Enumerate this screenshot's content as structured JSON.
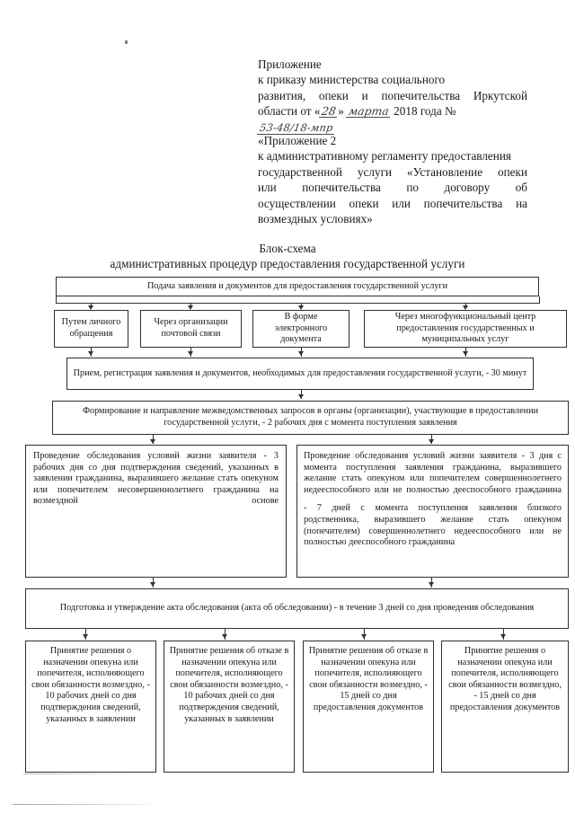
{
  "document": {
    "header_block_1": {
      "line1": "Приложение",
      "line2": "к приказу министерства социального",
      "line3": "развития, опеки и попечительства Иркутской",
      "line4_prefix": "области от «",
      "line4_day": "28",
      "line4_mid": "»",
      "line4_month": "марта",
      "line4_year": "2018 года №",
      "line4_number": "53-48/18-мпр"
    },
    "header_block_2": {
      "line1": "«Приложение 2",
      "line2": "к административному регламенту предоставления",
      "line3": "государственной услуги «Установление опеки",
      "line4": "или попечительства по договору об",
      "line5": "осуществлении опеки или попечительства на",
      "line6": "возмездных условиях»"
    },
    "schema_title": {
      "line1": "Блок-схема",
      "line2": "административных процедур предоставления государственной услуги"
    },
    "flow": {
      "step_intake": "Подача заявления и документов для предоставления государственной услуги",
      "channels": [
        {
          "id": "personal",
          "text": "Путем личного обращения"
        },
        {
          "id": "postal",
          "text": "Через организации почтовой связи"
        },
        {
          "id": "electronic",
          "text": "В форме электронного документа"
        },
        {
          "id": "mfc",
          "text": "Через многофункциональный центр предоставления государственных и муниципальных услуг"
        }
      ],
      "step_registration": "Прием, регистрация заявления и документов, необходимых для  предоставления государственной услуги, - 30 минут",
      "step_interagency": "Формирование и направление межведомственных запросов в органы  (организации), участвующие в  предоставлении государственной услуги, - 2 рабочих дня с момента поступления заявления",
      "survey_minor": "Проведение обследования условий жизни заявителя - 3 рабочих дня со дня подтверждения сведений, указанных в заявлении гражданина, выразившего желание стать опекуном или попечителем несовершеннолетнего гражданина на возмездной основе",
      "survey_adult_line1": "Проведение обследования условий жизни заявителя - 3 дня с момента поступления заявления гражданина, выразившего желание стать опекуном или попечителем совершеннолетнего недееспособного или не полностью дееспособного гражданина",
      "survey_adult_line2": "- 7 дней с момента поступления заявления близкого родственника, выразившего желание стать опекуном (попечителем) совершеннолетнего недееспособного или не полностью дееспособного гражданина",
      "step_act": "Подготовка и утверждение акта обследования (акта об обследовании) - в течение 3 дней со дня проведения обследования",
      "decisions": [
        {
          "id": "approve-10-working-days",
          "text": "Принятие решения о назначении опекуна или попечителя, исполняющего свои обязанности возмездно, - 10 рабочих дней со дня подтверждения сведений, указанных в заявлении"
        },
        {
          "id": "refuse-10-working-days",
          "text": "Принятие решения об отказе в назначении опекуна или попечителя, исполняющего свои обязанности возмездно, - 10 рабочих дней со дня подтверждения сведений, указанных в заявлении"
        },
        {
          "id": "refuse-15-days",
          "text": "Принятие решения об отказе в назначении опекуна или попечителя, исполняющего свои обязанности возмездно, - 15 дней со дня предоставления документов"
        },
        {
          "id": "approve-15-days",
          "text": "Принятие решения о назначении опекуна или попечителя, исполняющего свои обязанности возмездно, -  15 дней со дня предоставления документов"
        }
      ]
    },
    "colors": {
      "ink": "#1a1a1a",
      "rule": "#2f2f35",
      "paper": "#ffffff",
      "handwriting": "#3a3a44"
    }
  }
}
